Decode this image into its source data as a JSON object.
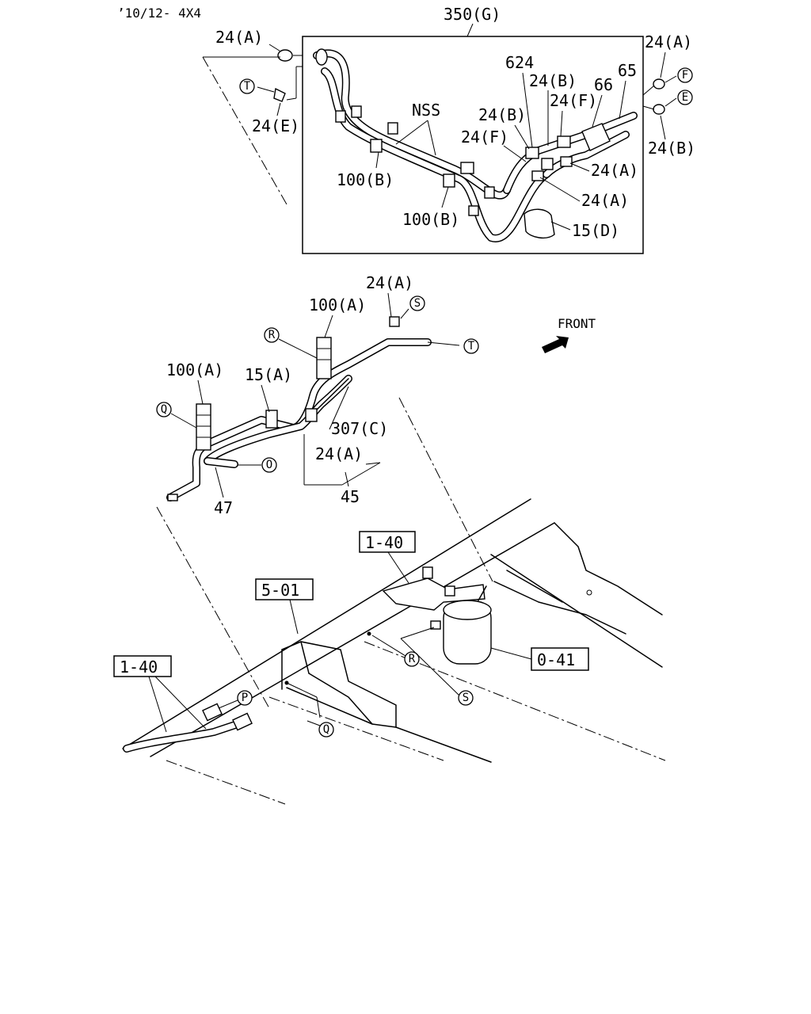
{
  "header": {
    "model_note": "’10/12- 4X4"
  },
  "front_label": "FRONT",
  "group_box": {
    "label": "350(G)"
  },
  "callouts": {
    "c24a_top": "24(A)",
    "c24e": "24(E)",
    "c24a_tr": "24(A)",
    "c24b_tr": "24(B)",
    "c624": "624",
    "c24b_a": "24(B)",
    "c24f_a": "24(F)",
    "c66": "66",
    "c65": "65",
    "c24b_b": "24(B)",
    "c24f_b": "24(F)",
    "cnss": "NSS",
    "c24a_r1": "24(A)",
    "c24a_r2": "24(A)",
    "c100b_1": "100(B)",
    "c100b_2": "100(B)",
    "c15d": "15(D)",
    "c24a_mid": "24(A)",
    "c100a_mid": "100(A)",
    "c100a_left": "100(A)",
    "c15a": "15(A)",
    "c307c": "307(C)",
    "c24a_low": "24(A)",
    "c45": "45",
    "c47": "47"
  },
  "ref_boxes": {
    "r140_top": "1-40",
    "r501": "5-01",
    "r140_left": "1-40",
    "r041": "0-41"
  },
  "ref_letters": {
    "t_left": "T",
    "f_right": "F",
    "e_right": "E",
    "s_mid": "S",
    "r_mid": "R",
    "t_mid": "T",
    "q_left": "Q",
    "o_left": "O",
    "r_low": "R",
    "s_low": "S",
    "p_low": "P",
    "q_low": "Q"
  }
}
